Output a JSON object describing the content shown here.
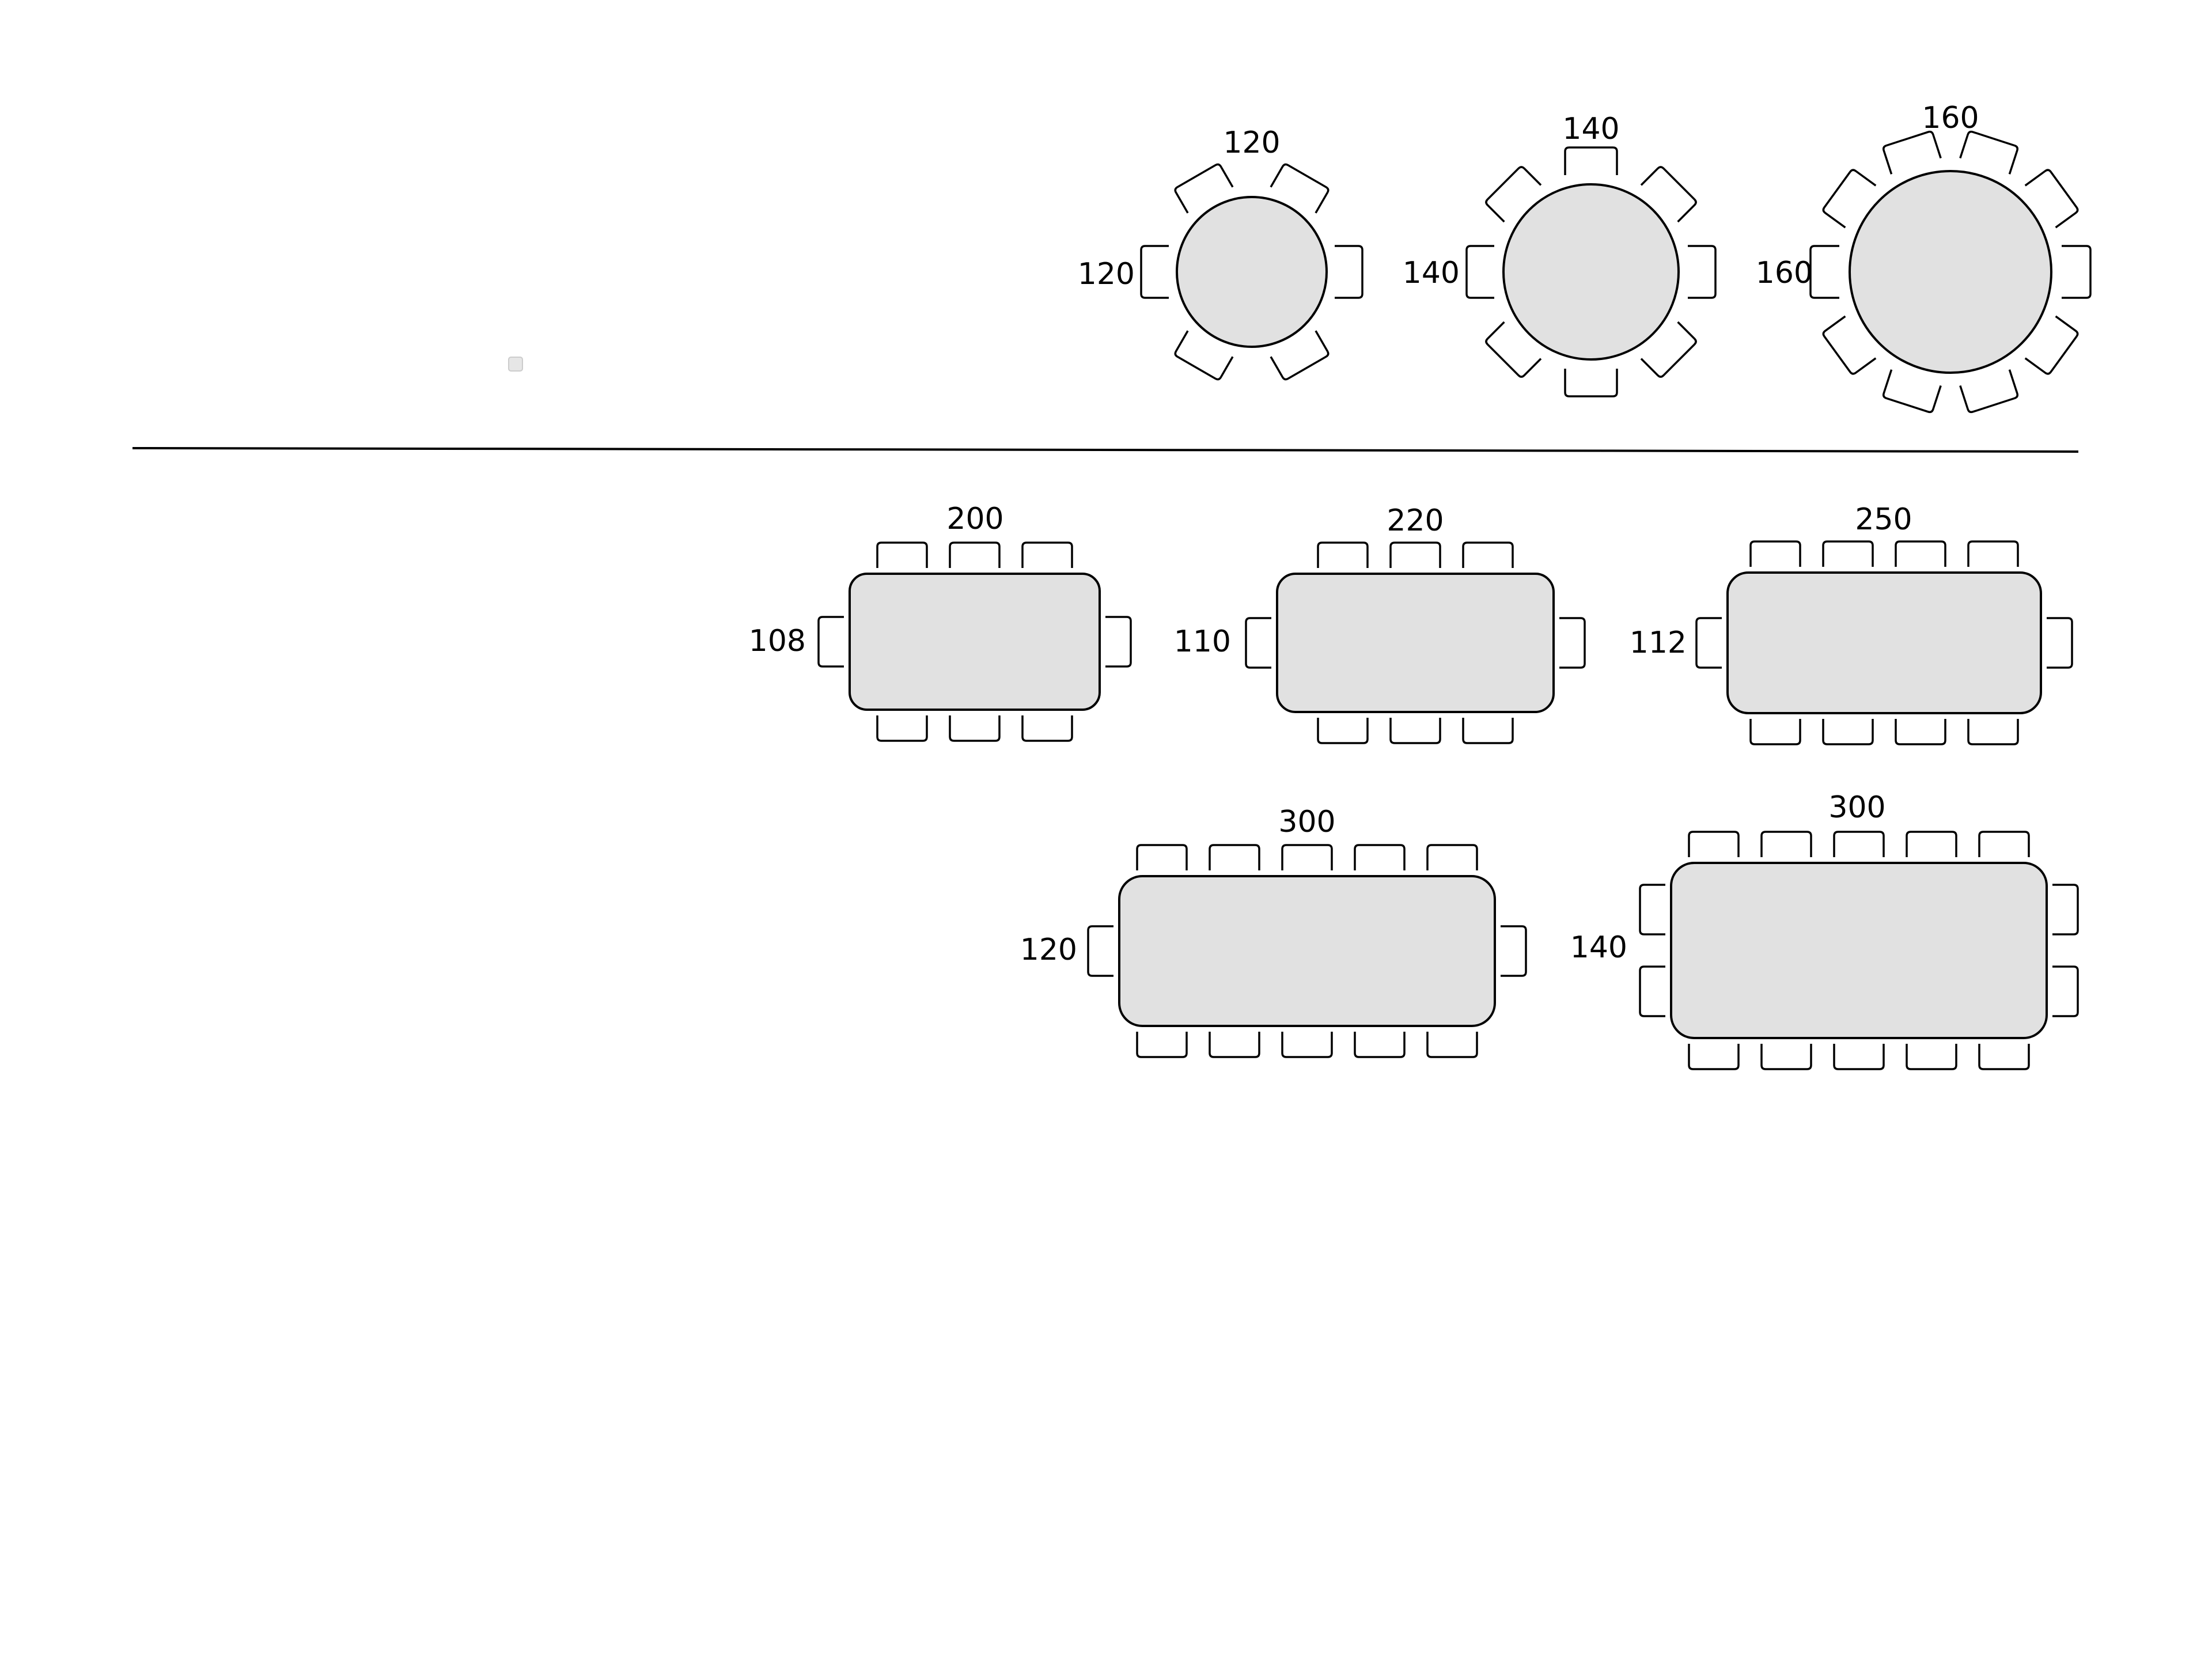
{
  "colors": {
    "table_fill": "#e1e1e1",
    "line": "#000000",
    "background": "#ffffff"
  },
  "round_tables": [
    {
      "id": "round-120",
      "top_label": "120",
      "side_label": "120",
      "chairs": 6
    },
    {
      "id": "round-140",
      "top_label": "140",
      "side_label": "140",
      "chairs": 8
    },
    {
      "id": "round-160",
      "top_label": "160",
      "side_label": "160",
      "chairs": 10
    }
  ],
  "rect_tables": [
    {
      "id": "rect-200x108",
      "top_label": "200",
      "side_label": "108",
      "chairs_per_long_side": 3,
      "chairs_per_short_side": 1
    },
    {
      "id": "rect-220x110",
      "top_label": "220",
      "side_label": "110",
      "chairs_per_long_side": 3,
      "chairs_per_short_side": 1
    },
    {
      "id": "rect-250x112",
      "top_label": "250",
      "side_label": "112",
      "chairs_per_long_side": 4,
      "chairs_per_short_side": 1
    },
    {
      "id": "rect-300x120",
      "top_label": "300",
      "side_label": "120",
      "chairs_per_long_side": 5,
      "chairs_per_short_side": 1
    },
    {
      "id": "rect-300x140",
      "top_label": "300",
      "side_label": "140",
      "chairs_per_long_side": 5,
      "chairs_per_short_side": 2
    }
  ]
}
